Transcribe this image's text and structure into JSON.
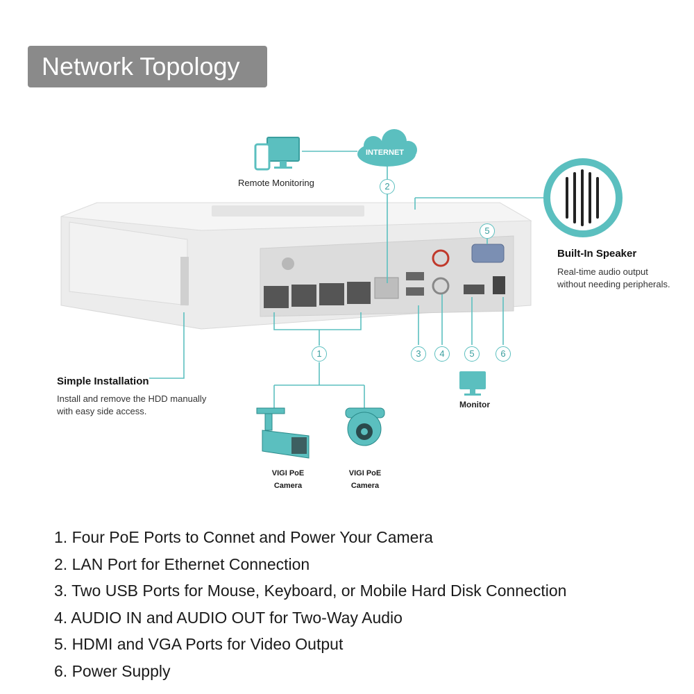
{
  "title": "Network Topology",
  "cloud_label": "INTERNET",
  "remote_label": "Remote Monitoring",
  "speaker": {
    "title": "Built-In Speaker",
    "desc_line1": "Real-time audio output",
    "desc_line2": "without needing peripherals."
  },
  "install": {
    "title": "Simple Installation",
    "desc_line1": "Install and remove the HDD manually",
    "desc_line2": "with easy side access."
  },
  "monitor_label": "Monitor",
  "camera1": {
    "line1": "VIGI PoE",
    "line2": "Camera"
  },
  "camera2": {
    "line1": "VIGI PoE",
    "line2": "Camera"
  },
  "callouts": {
    "n1": "1",
    "n2": "2",
    "n3": "3",
    "n4": "4",
    "n5a": "5",
    "n5b": "5",
    "n6": "6"
  },
  "legend": [
    "1. Four PoE Ports to Connet and Power Your Camera",
    "2. LAN Port for Ethernet Connection",
    "3. Two USB Ports for Mouse, Keyboard, or Mobile Hard Disk Connection",
    "4. AUDIO IN and AUDIO OUT for Two-Way Audio",
    "5. HDMI and VGA Ports for Video Output",
    "6. Power Supply"
  ],
  "colors": {
    "accent": "#5bbfbf",
    "badge": "#8a8a8a"
  }
}
